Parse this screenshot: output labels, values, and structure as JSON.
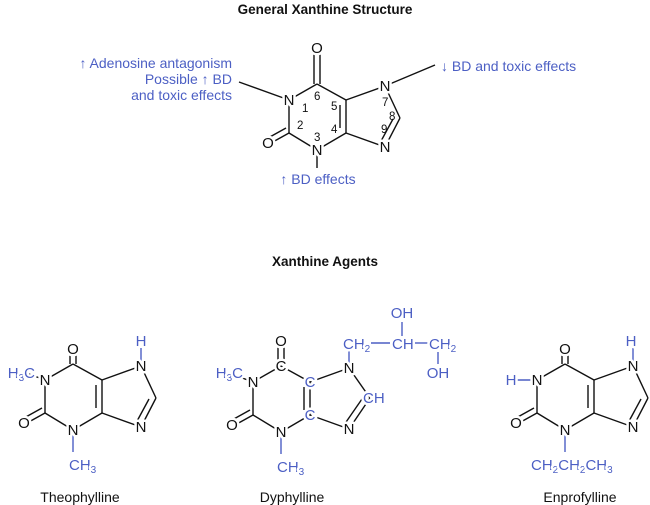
{
  "titles": {
    "general": "General Xanthine Structure",
    "agents": "Xanthine Agents"
  },
  "annotations": {
    "n1_lines": [
      "↑ Adenosine antagonism",
      "Possible ↑ BD",
      "and toxic effects"
    ],
    "n7": "↓ BD and toxic effects",
    "n3": "↑ BD effects"
  },
  "positions": [
    "1",
    "2",
    "3",
    "4",
    "5",
    "6",
    "7",
    "8",
    "9"
  ],
  "atoms": {
    "N": "N",
    "O": "O",
    "C": "C",
    "H": "H",
    "CH": "CH",
    "OH": "OH",
    "CH2": [
      "CH",
      "2"
    ],
    "CH3": [
      "CH",
      "3"
    ],
    "H3C": [
      "H",
      "3",
      "C"
    ]
  },
  "agents": [
    "Theophylline",
    "Dyphylline",
    "Enprofylline"
  ],
  "colors": {
    "substituent": "#4c5fc4",
    "core": "#111111"
  }
}
